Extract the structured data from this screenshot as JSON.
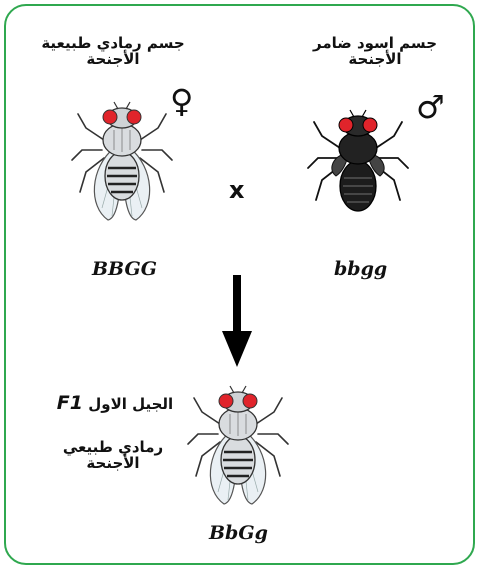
{
  "female": {
    "label_line1": "جسم رمادي طبيعية",
    "label_line2": "الأجنحة",
    "genotype": "BBGG",
    "symbol": "♀"
  },
  "male": {
    "label_line1": "جسم اسود ضامر",
    "label_line2": "الأجنحة",
    "genotype": "bbgg",
    "symbol": "♂"
  },
  "cross_symbol": "x",
  "offspring": {
    "generation_name": "الجيل الاول",
    "generation_code": "F1",
    "label_line1": "رمادي طبيعي",
    "label_line2": "الأجنحة",
    "genotype": "BbGg"
  },
  "colors": {
    "border": "#2fa84f",
    "gray_body": "#d9dcdf",
    "black_body": "#1c1c1c",
    "eyes": "#e0242b"
  }
}
